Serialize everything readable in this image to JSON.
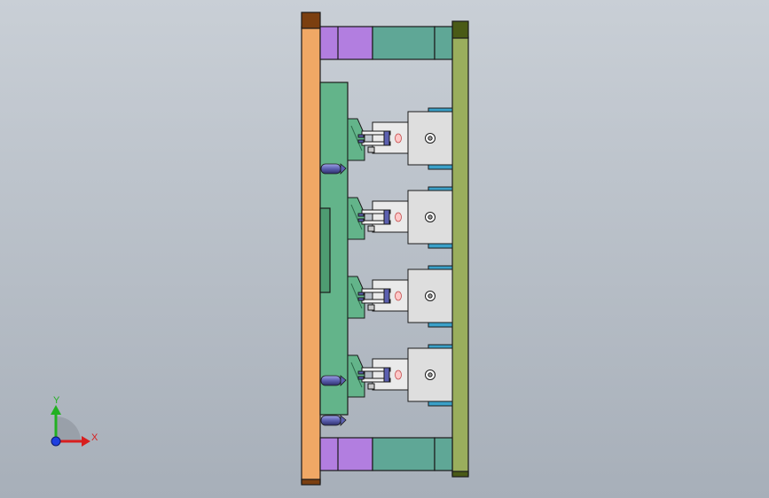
{
  "viewport": {
    "background_top": "#c9cfd6",
    "background_bottom": "#a7afb9"
  },
  "triad": {
    "x_label": "X",
    "y_label": "Y",
    "x_color": "#d81e1e",
    "y_color": "#22b022",
    "z_color": "#1f3fe0"
  },
  "model": {
    "left_plate_color": "#f0a865",
    "right_plate_color": "#9aae5d",
    "spacer_purple": "#b27ee0",
    "spacer_teal": "#5fa796",
    "core_color": "#63b48a",
    "slide_block_color": "#dedede",
    "guide_pin_color": "#5b5fb0",
    "slide_count": 4
  }
}
